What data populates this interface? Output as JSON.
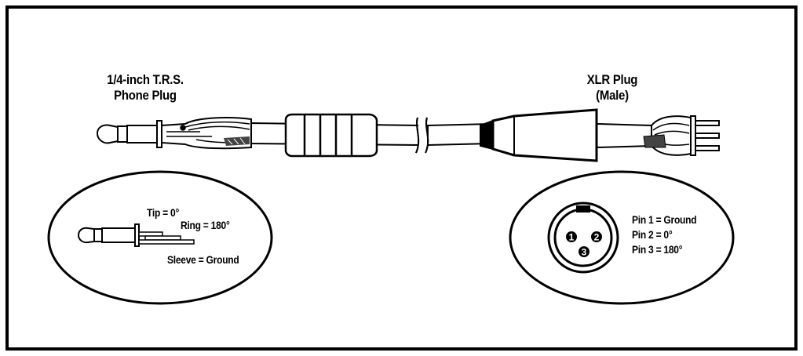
{
  "trs": {
    "title_line1": "1/4-inch T.R.S.",
    "title_line2": "Phone Plug",
    "tip": "Tip = 0°",
    "ring": "Ring = 180°",
    "sleeve": "Sleeve = Ground"
  },
  "xlr": {
    "title_line1": "XLR Plug",
    "title_line2": "(Male)",
    "pin1": "Pin 1 = Ground",
    "pin2": "Pin 2 = 0°",
    "pin3": "Pin 3 = 180°",
    "pin_numbers": [
      "1",
      "2",
      "3"
    ]
  },
  "colors": {
    "ink": "#000000",
    "paper": "#ffffff"
  }
}
